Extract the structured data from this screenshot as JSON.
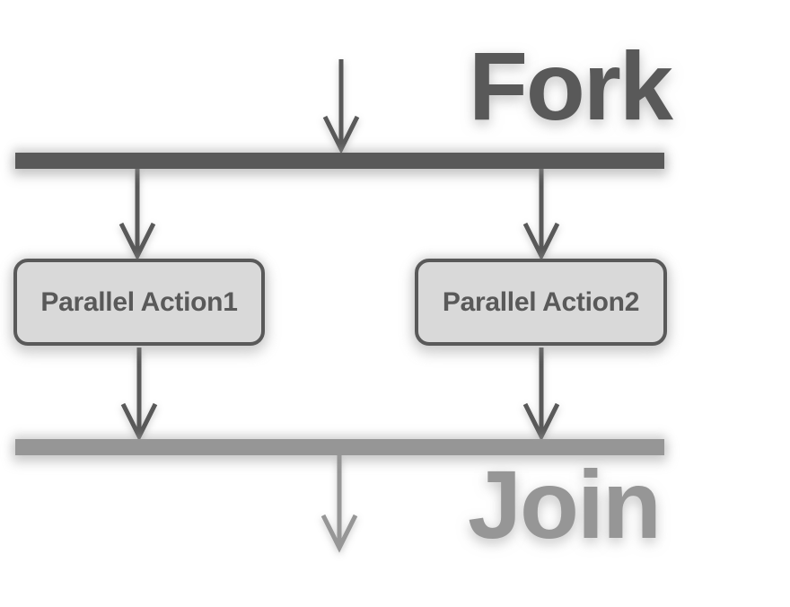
{
  "diagram": {
    "type": "uml-activity-fork-join",
    "fork": {
      "label": "Fork",
      "bar_color": "#595959"
    },
    "join": {
      "label": "Join",
      "bar_color": "#969696"
    },
    "actions": [
      {
        "label": "Parallel Action1"
      },
      {
        "label": "Parallel Action2"
      }
    ],
    "arrows": [
      {
        "name": "input-arrow",
        "from": "start",
        "to": "fork-bar",
        "color": "#595959"
      },
      {
        "name": "fork-to-action1",
        "from": "fork-bar",
        "to": "action1",
        "color": "#595959"
      },
      {
        "name": "fork-to-action2",
        "from": "fork-bar",
        "to": "action2",
        "color": "#595959"
      },
      {
        "name": "action1-to-join",
        "from": "action1",
        "to": "join-bar",
        "color": "#595959"
      },
      {
        "name": "action2-to-join",
        "from": "action2",
        "to": "join-bar",
        "color": "#595959"
      },
      {
        "name": "output-arrow",
        "from": "join-bar",
        "to": "end",
        "color": "#969696"
      }
    ],
    "colors": {
      "dark_gray": "#595959",
      "medium_gray": "#969696",
      "action_fill": "#d9d9d9",
      "action_border": "#595959",
      "background": "#ffffff"
    }
  }
}
